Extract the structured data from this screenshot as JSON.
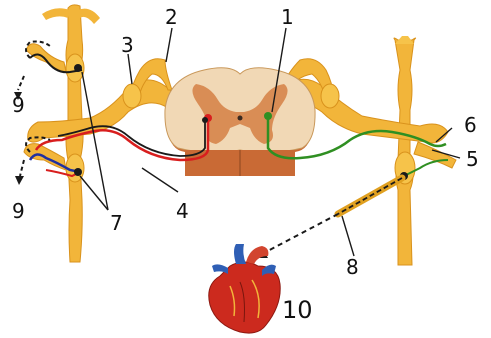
{
  "labels": {
    "l1": "1",
    "l2": "2",
    "l3": "3",
    "l4": "4",
    "l5": "5",
    "l6": "6",
    "l7": "7",
    "l8": "8",
    "l9_top": "9",
    "l9_bottom": "9",
    "l10": "10"
  },
  "colors": {
    "nerve": "#f2b53a",
    "nerve_dark": "#d9921c",
    "cord_white": "#f1d8b5",
    "cord_grey": "#d98d55",
    "cord_side": "#c96a35",
    "red_fiber": "#d81e1e",
    "black_fiber": "#1a1a1a",
    "green_fiber": "#2f8f22",
    "blue_fiber": "#2030a0",
    "heart": "#cc2a1e",
    "heart_vessel_blue": "#2f5fb5"
  }
}
